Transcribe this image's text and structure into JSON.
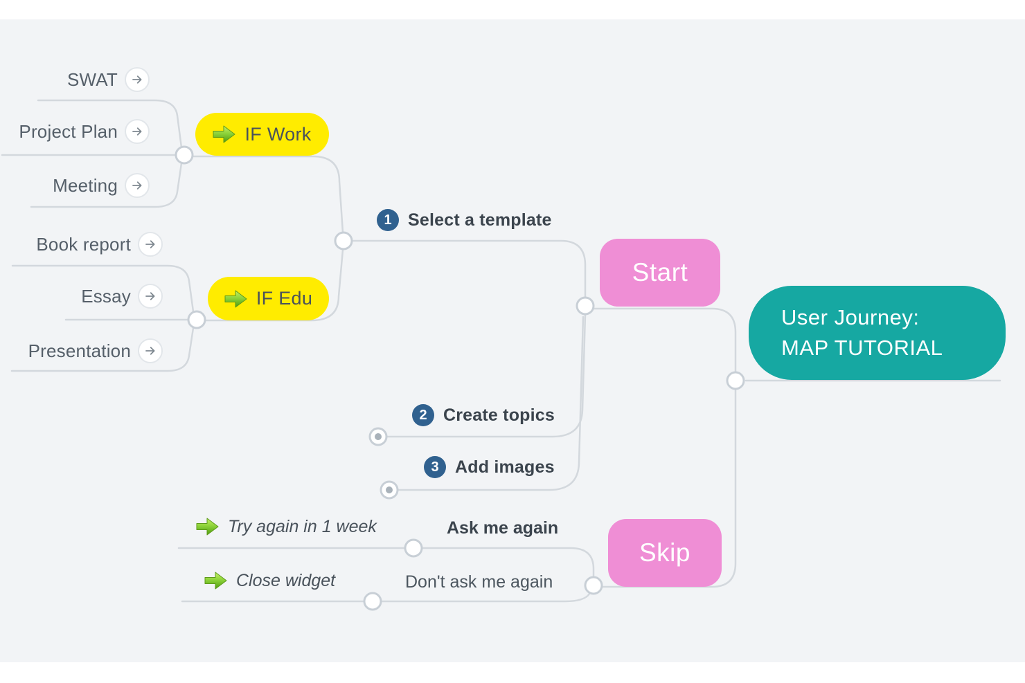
{
  "diagram": {
    "root": {
      "line1": "User Journey:",
      "line2": "MAP TUTORIAL"
    },
    "branches": {
      "start": {
        "label": "Start"
      },
      "skip": {
        "label": "Skip"
      }
    },
    "steps": {
      "step1": {
        "num": "1",
        "label": "Select a template"
      },
      "step2": {
        "num": "2",
        "label": "Create topics"
      },
      "step3": {
        "num": "3",
        "label": "Add images"
      }
    },
    "conditions": {
      "if_work": {
        "label": "IF Work"
      },
      "if_edu": {
        "label": "IF Edu"
      }
    },
    "templates_work": {
      "swat": {
        "label": "SWAT"
      },
      "project_plan": {
        "label": "Project Plan"
      },
      "meeting": {
        "label": "Meeting"
      }
    },
    "templates_edu": {
      "book_report": {
        "label": "Book report"
      },
      "essay": {
        "label": "Essay"
      },
      "presentation": {
        "label": "Presentation"
      }
    },
    "skip_options": {
      "ask_again": {
        "label": "Ask me again"
      },
      "try_again": {
        "label": "Try again in 1 week"
      },
      "dont_ask": {
        "label": "Don't ask me again"
      },
      "close_widget": {
        "label": "Close widget"
      }
    }
  },
  "icons": {
    "condition_icon": "green-arrow-right-icon",
    "action_icon": "green-arrow-right-icon",
    "leaf_icon": "arrow-right-circle-icon",
    "connector_open": "collapse-handle-circle",
    "connector_collapsed": "collapse-handle-circle-dot"
  },
  "colors": {
    "canvas": "#F2F4F6",
    "root_teal": "#16A8A2",
    "branch_pink": "#EF8ED5",
    "condition_yellow": "#FFEC00",
    "badge_blue": "#30618F",
    "connector_line": "#D3D8DD",
    "text_dark": "#3B444D",
    "text_muted": "#555F69",
    "arrow_green_light": "#C3EF61",
    "arrow_green_dark": "#4F9C10"
  }
}
